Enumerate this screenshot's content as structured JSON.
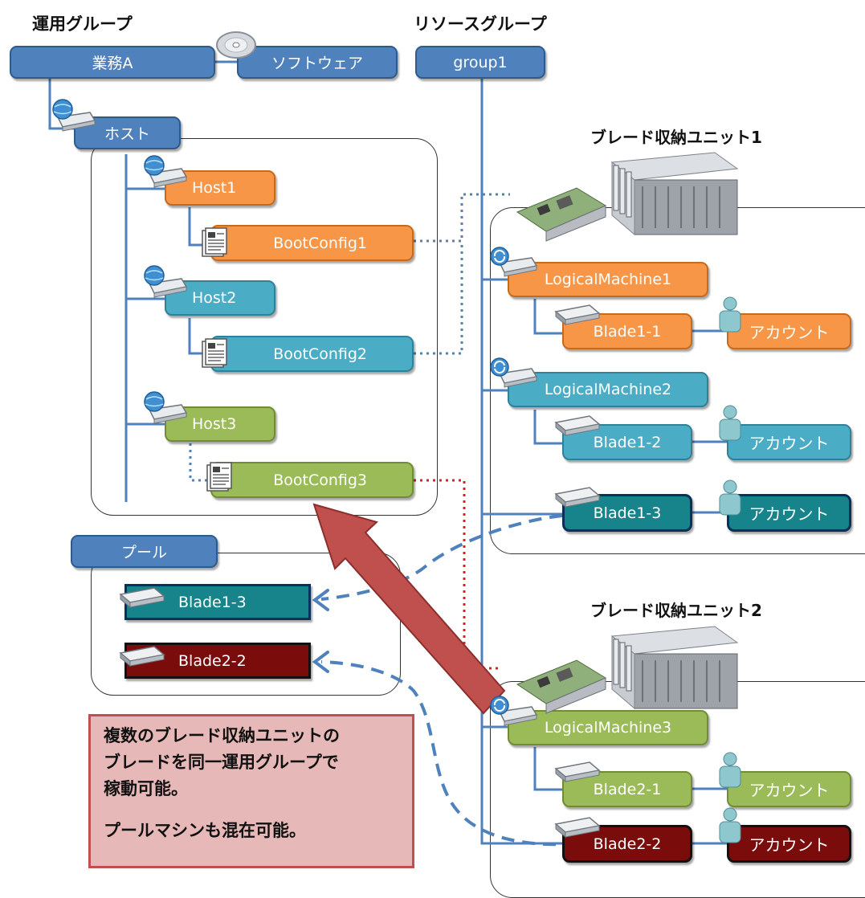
{
  "headers": {
    "ops_group": "運用グループ",
    "resource_group": "リソースグループ",
    "enclosure1": "ブレード収納ユニット1",
    "enclosure2": "ブレード収納ユニット2"
  },
  "ops_group": {
    "business": "業務A",
    "software": "ソフトウェア",
    "host": "ホスト",
    "hosts": [
      {
        "name": "Host1",
        "bootconfig": "BootConfig1",
        "color": "#f79646"
      },
      {
        "name": "Host2",
        "bootconfig": "BootConfig2",
        "color": "#4bacc6"
      },
      {
        "name": "Host3",
        "bootconfig": "BootConfig3",
        "color": "#9bbb59"
      }
    ]
  },
  "resource_group": {
    "name": "group1"
  },
  "pool": {
    "label": "プール",
    "items": [
      {
        "name": "Blade1-3",
        "color": "#17838b"
      },
      {
        "name": "Blade2-2",
        "color": "#7a0c0c"
      }
    ]
  },
  "enclosure1": {
    "logical_machines": [
      {
        "name": "LogicalMachine1",
        "blade": "Blade1-1",
        "account": "アカウント",
        "color": "#f79646"
      },
      {
        "name": "LogicalMachine2",
        "blade": "Blade1-2",
        "account": "アカウント",
        "color": "#4bacc6"
      }
    ],
    "free_blade": {
      "name": "Blade1-3",
      "account": "アカウント",
      "color": "#17838b"
    }
  },
  "enclosure2": {
    "logical_machines": [
      {
        "name": "LogicalMachine3",
        "blade": "Blade2-1",
        "account": "アカウント",
        "color": "#9bbb59"
      }
    ],
    "free_blade": {
      "name": "Blade2-2",
      "account": "アカウント",
      "color": "#7a0c0c"
    }
  },
  "note": {
    "line1": "複数のブレード収納ユニットの",
    "line2": "ブレードを同一運用グループで",
    "line3": "稼動可能。",
    "line4": "プールマシンも混在可能。"
  }
}
